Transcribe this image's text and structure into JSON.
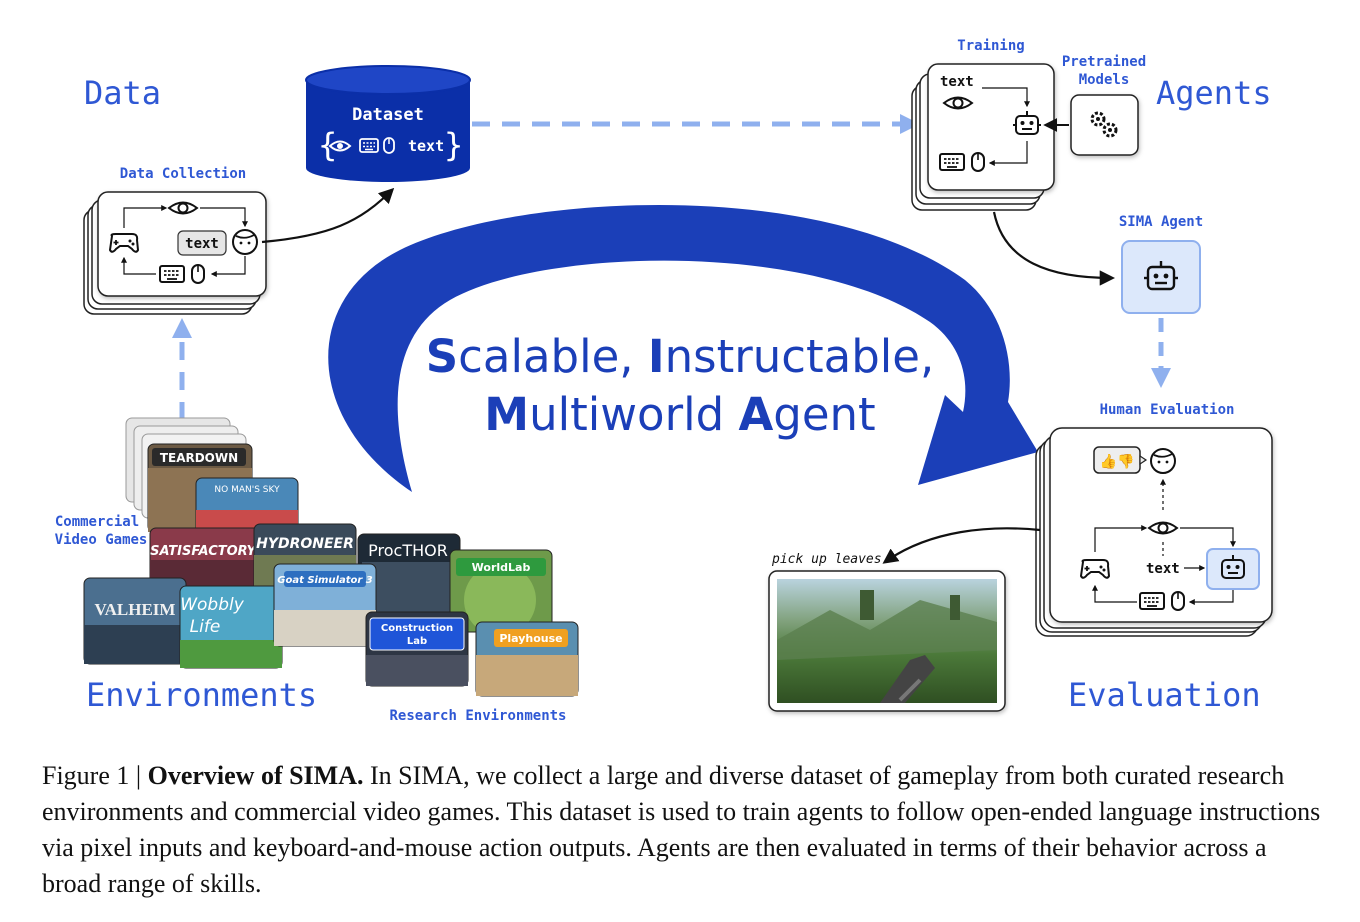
{
  "sections": {
    "data": "Data",
    "agents": "Agents",
    "environments": "Environments",
    "evaluation": "Evaluation"
  },
  "dataset": {
    "title": "Dataset",
    "brace_open": "{",
    "text": "text",
    "brace_close": "}"
  },
  "data_collection": {
    "label": "Data Collection",
    "text_box": "text"
  },
  "training": {
    "label": "Training",
    "text": "text"
  },
  "pretrained": {
    "line1": "Pretrained",
    "line2": "Models"
  },
  "sima_agent": {
    "label": "SIMA Agent"
  },
  "human_eval": {
    "label": "Human Evaluation",
    "text": "text"
  },
  "headline": {
    "line1_parts": [
      "S",
      "calable, ",
      "I",
      "nstructable,"
    ],
    "line2_parts": [
      "M",
      "ultiworld ",
      "A",
      "gent"
    ]
  },
  "environments": {
    "commercial_label_1": "Commercial",
    "commercial_label_2": "Video Games",
    "research_label": "Research Environments",
    "games": [
      "TEARDOWN",
      "NO MAN'S SKY",
      "SATISFACTORY",
      "HYDRONEER",
      "Goat Simulator 3",
      "VALHEIM",
      "Wobbly",
      "Life"
    ],
    "research": [
      "ProcTHOR",
      "WorldLab",
      "Construction",
      "Lab",
      "Playhouse"
    ]
  },
  "screenshot": {
    "instruction": "pick up leaves"
  },
  "caption": {
    "prefix": "Figure 1 | ",
    "bold": "Overview of SIMA.",
    "rest": " In SIMA, we collect a large and diverse dataset of gameplay from both curated research environments and commercial video games. This dataset is used to train agents to follow open-ended language instructions via pixel inputs and keyboard-and-mouse action outputs. Agents are then evaluated in terms of their behavior across a broad range of skills."
  },
  "colors": {
    "blue_label": "#2f58d4",
    "dataset_blue": "#0b2fa8",
    "arrow_blue": "#1b3fb8",
    "dashed": "#8fb0ee",
    "agent_fill": "#dce8fb",
    "agent_stroke": "#8fb0ee"
  }
}
